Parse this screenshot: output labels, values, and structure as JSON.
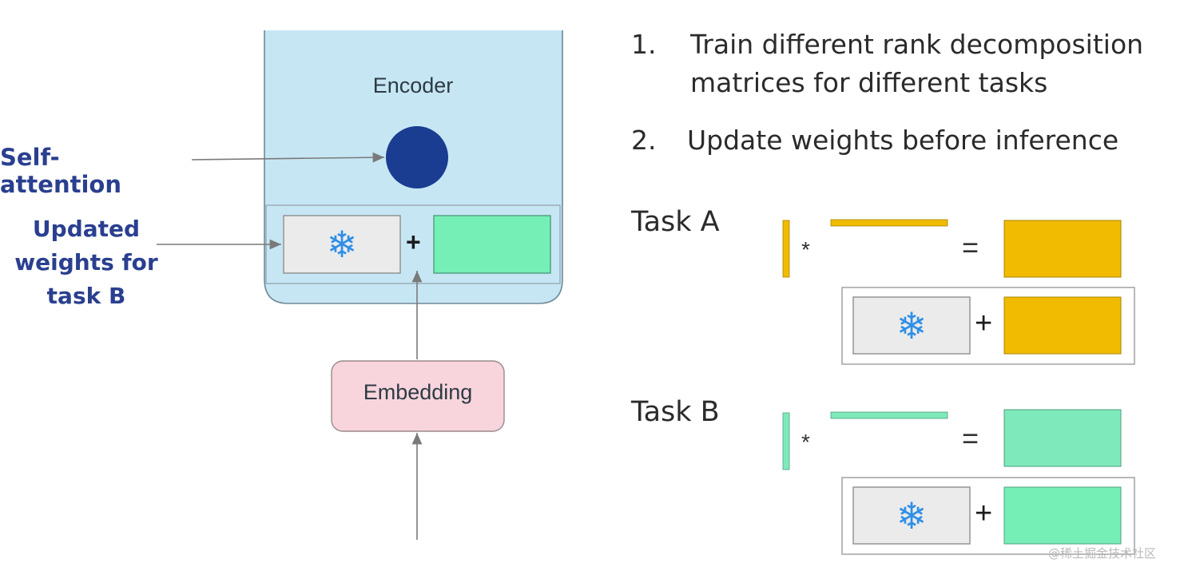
{
  "encoder": {
    "label": "Encoder"
  },
  "self_attention": {
    "label": "Self-attention"
  },
  "updated_weights": {
    "label_lines": [
      "Updated",
      "weights for",
      "task B"
    ]
  },
  "embedding": {
    "label": "Embedding"
  },
  "plus_symbol": "+",
  "steps": [
    {
      "number": "1.",
      "lines": [
        "Train different rank decomposition",
        "matrices for different tasks"
      ]
    },
    {
      "number": "2.",
      "lines": [
        "Update weights before inference"
      ]
    }
  ],
  "tasks": [
    {
      "label": "Task A",
      "color": "#f0bb00"
    },
    {
      "label": "Task B",
      "color": "#7ee9ba"
    }
  ],
  "multiply_symbol": "*",
  "equals_symbol": "=",
  "colors": {
    "encoder_fill": "#c6e6f4",
    "self_attention_circle": "#1a3d91",
    "frozen_fill": "#ebebeb",
    "task_b_update": "#76efb7",
    "embedding_fill": "#f8d4dc",
    "label_blue": "#2a3f8f"
  },
  "icons": {
    "frozen": "snowflake-icon"
  },
  "watermark": "@稀土掘金技术社区"
}
